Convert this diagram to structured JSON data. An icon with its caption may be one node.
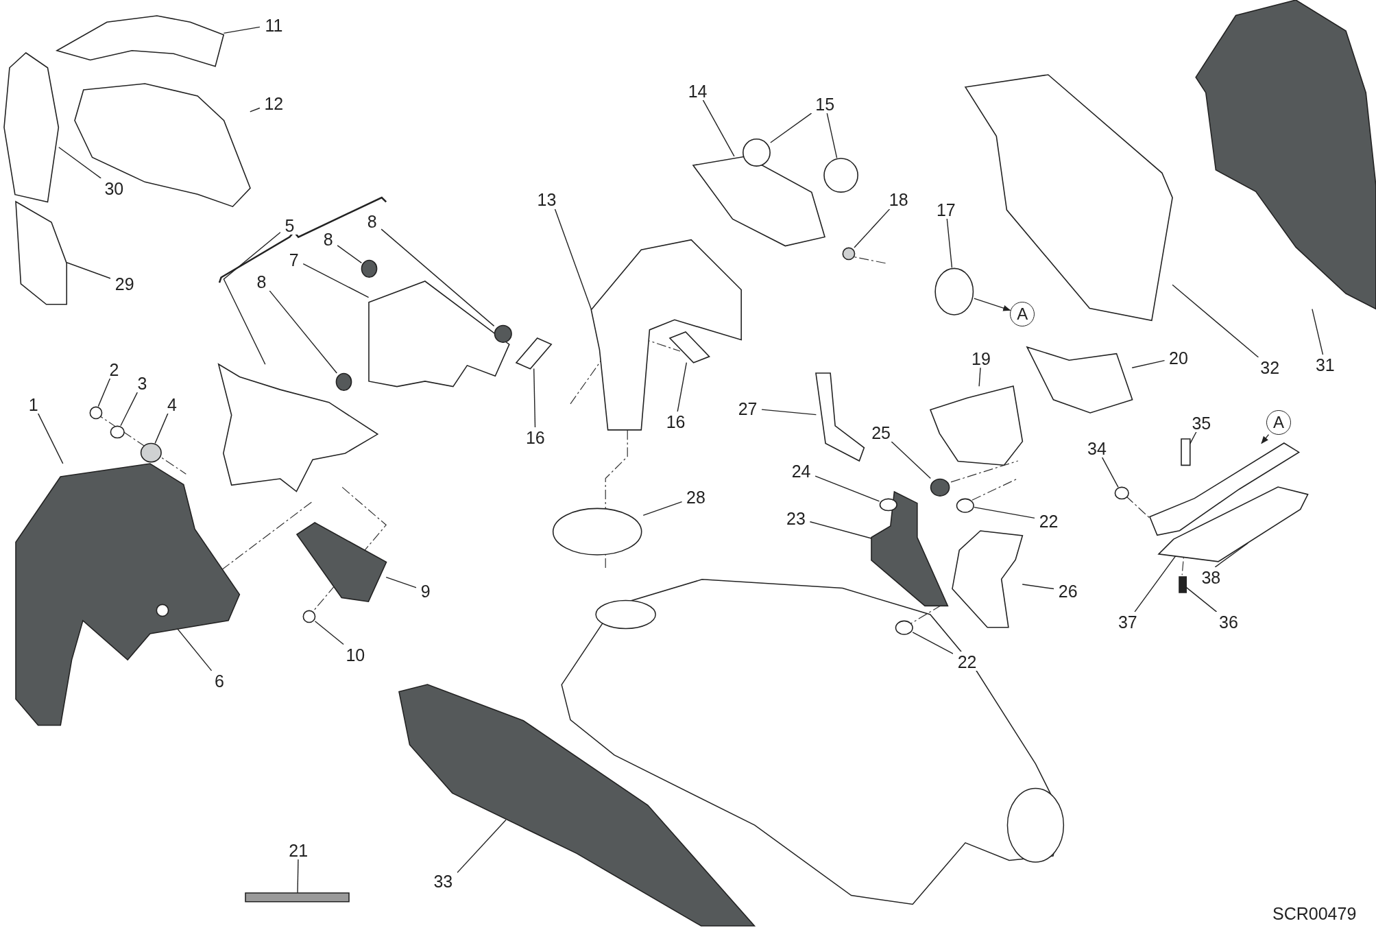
{
  "diagram": {
    "nodes": [
      {
        "text": [
          "1"
        ]
      },
      {
        "text": [],
        "shape": "picture"
      },
      {
        "text": [
          "2"
        ]
      },
      {
        "text": [],
        "shape": "circle"
      },
      {
        "text": [
          "3"
        ]
      },
      {
        "text": [],
        "shape": "circle"
      },
      {
        "text": [
          "4"
        ]
      },
      {
        "text": [],
        "shape": "circle"
      },
      {
        "text": [
          "5"
        ]
      },
      {
        "text": [],
        "shape": "picture"
      },
      {
        "text": [
          "6"
        ]
      },
      {
        "text": [],
        "shape": "circle",
        "in": 1
      },
      {
        "text": [
          "7"
        ]
      },
      {
        "text": [],
        "shape": "picture"
      },
      {
        "text": [
          "8"
        ]
      },
      {
        "text": [],
        "shape": "circle"
      },
      {
        "text": [
          "8"
        ]
      },
      {
        "text": [],
        "shape": "circle"
      },
      {
        "text": [
          "8"
        ]
      },
      {
        "text": [],
        "shape": "circle"
      },
      {
        "text": [
          "9"
        ]
      },
      {
        "text": [],
        "shape": "picture"
      },
      {
        "text": [
          "10"
        ]
      },
      {
        "text": [],
        "shape": "circle"
      },
      {
        "text": [
          "11"
        ]
      },
      {
        "text": [],
        "shape": "picture"
      },
      {
        "text": [
          "12"
        ]
      },
      {
        "text": [],
        "shape": "picture"
      },
      {
        "text": [
          "13"
        ]
      },
      {
        "text": [],
        "shape": "picture"
      },
      {
        "text": [
          "14"
        ]
      },
      {
        "text": [],
        "shape": "picture"
      },
      {
        "text": [
          "15"
        ]
      },
      {
        "text": [],
        "shape": "circle"
      },
      {
        "text": [],
        "shape": "circle"
      },
      {
        "text": [
          "16"
        ]
      },
      {
        "text": [],
        "shape": "picture"
      },
      {
        "text": [
          "16"
        ]
      },
      {
        "text": [],
        "shape": "picture"
      },
      {
        "text": [
          "17"
        ]
      },
      {
        "text": [],
        "shape": "circle"
      },
      {
        "text": [
          "18"
        ]
      },
      {
        "text": [],
        "shape": "circle"
      },
      {
        "text": [
          "19"
        ]
      },
      {
        "text": [],
        "shape": "picture"
      },
      {
        "text": [
          "20"
        ]
      },
      {
        "text": [],
        "shape": "picture"
      },
      {
        "text": [
          "21"
        ]
      },
      {
        "text": [],
        "shape": "bar"
      },
      {
        "text": [
          "22"
        ]
      },
      {
        "text": [],
        "shape": "circle"
      },
      {
        "text": [
          "22"
        ]
      },
      {
        "text": [],
        "shape": "circle"
      },
      {
        "text": [
          "23"
        ]
      },
      {
        "text": [],
        "shape": "picture"
      },
      {
        "text": [
          "24"
        ]
      },
      {
        "text": [],
        "shape": "circle"
      },
      {
        "text": [
          "25"
        ]
      },
      {
        "text": [],
        "shape": "circle"
      },
      {
        "text": [
          "26"
        ]
      },
      {
        "text": [],
        "shape": "picture"
      },
      {
        "text": [
          "27"
        ]
      },
      {
        "text": [],
        "shape": "picture"
      },
      {
        "text": [
          "28"
        ]
      },
      {
        "text": [],
        "shape": "circle"
      },
      {
        "text": [
          "29"
        ]
      },
      {
        "text": [],
        "shape": "picture"
      },
      {
        "text": [
          "30"
        ]
      },
      {
        "text": [],
        "shape": "picture"
      },
      {
        "text": [
          "31"
        ]
      },
      {
        "text": [],
        "shape": "picture"
      },
      {
        "text": [
          "32"
        ]
      },
      {
        "text": [],
        "shape": "picture"
      },
      {
        "text": [
          "33"
        ]
      },
      {
        "text": [],
        "shape": "picture"
      },
      {
        "text": [
          "34"
        ]
      },
      {
        "text": [],
        "shape": "circle"
      },
      {
        "text": [
          "35"
        ]
      },
      {
        "text": [],
        "shape": "bar"
      },
      {
        "text": [
          "36"
        ]
      },
      {
        "text": [],
        "shape": "bar"
      },
      {
        "text": [
          "37"
        ]
      },
      {
        "text": [],
        "shape": "picture"
      },
      {
        "text": [
          "38"
        ]
      },
      {
        "text": [],
        "shape": "picture"
      },
      {
        "text": [
          "A"
        ]
      },
      {
        "text": [
          "A"
        ]
      }
    ],
    "edges": [
      {
        "from": 0,
        "to": 1,
        "arrow": "none"
      },
      {
        "from": 2,
        "to": 3,
        "arrow": "none"
      },
      {
        "from": 4,
        "to": 5,
        "arrow": "none"
      },
      {
        "from": 6,
        "to": 7,
        "arrow": "none"
      },
      {
        "from": 8,
        "to": 9,
        "arrow": "none"
      },
      {
        "from": 10,
        "to": 11,
        "arrow": "none"
      },
      {
        "from": 12,
        "to": 13,
        "arrow": "none"
      },
      {
        "from": 14,
        "to": 15,
        "arrow": "none"
      },
      {
        "from": 16,
        "to": 17,
        "arrow": "none"
      },
      {
        "from": 18,
        "to": 19,
        "arrow": "none"
      },
      {
        "from": 20,
        "to": 21,
        "arrow": "none"
      },
      {
        "from": 22,
        "to": 23,
        "arrow": "none"
      },
      {
        "from": 24,
        "to": 25,
        "arrow": "none"
      },
      {
        "from": 26,
        "to": 27,
        "arrow": "none"
      },
      {
        "from": 28,
        "to": 29,
        "arrow": "none"
      },
      {
        "from": 30,
        "to": 31,
        "arrow": "none"
      },
      {
        "from": 32,
        "to": 33,
        "arrow": "none"
      },
      {
        "from": 32,
        "to": 34,
        "arrow": "none"
      },
      {
        "from": 35,
        "to": 36,
        "arrow": "none"
      },
      {
        "from": 37,
        "to": 38,
        "arrow": "none"
      },
      {
        "from": 39,
        "to": 40,
        "arrow": "none"
      },
      {
        "from": 41,
        "to": 42,
        "arrow": "none"
      },
      {
        "from": 43,
        "to": 44,
        "arrow": "none"
      },
      {
        "from": 45,
        "to": 46,
        "arrow": "none"
      },
      {
        "from": 47,
        "to": 48,
        "arrow": "none"
      },
      {
        "from": 49,
        "to": 50,
        "arrow": "none"
      },
      {
        "from": 51,
        "to": 52,
        "arrow": "none"
      },
      {
        "from": 53,
        "to": 54,
        "arrow": "none"
      },
      {
        "from": 55,
        "to": 56,
        "arrow": "none"
      },
      {
        "from": 57,
        "to": 58,
        "arrow": "none"
      },
      {
        "from": 59,
        "to": 60,
        "arrow": "none"
      },
      {
        "from": 61,
        "to": 62,
        "arrow": "none"
      },
      {
        "from": 63,
        "to": 64,
        "arrow": "none"
      },
      {
        "from": 65,
        "to": 66,
        "arrow": "none"
      },
      {
        "from": 67,
        "to": 68,
        "arrow": "none"
      },
      {
        "from": 69,
        "to": 70,
        "arrow": "none"
      },
      {
        "from": 71,
        "to": 72,
        "arrow": "none"
      },
      {
        "from": 73,
        "to": 74,
        "arrow": "none"
      },
      {
        "from": 75,
        "to": 76,
        "arrow": "none"
      },
      {
        "from": 77,
        "to": 78,
        "arrow": "none"
      },
      {
        "from": 79,
        "to": 80,
        "arrow": "none"
      },
      {
        "from": 81,
        "to": 82,
        "arrow": "none"
      },
      {
        "from": 83,
        "to": 84,
        "arrow": "none"
      },
      {
        "from": 40,
        "to": 85,
        "arrow": "to"
      },
      {
        "from": 86,
        "to": 82,
        "arrow": "to"
      }
    ],
    "labels": [
      "SCR00479"
    ]
  }
}
